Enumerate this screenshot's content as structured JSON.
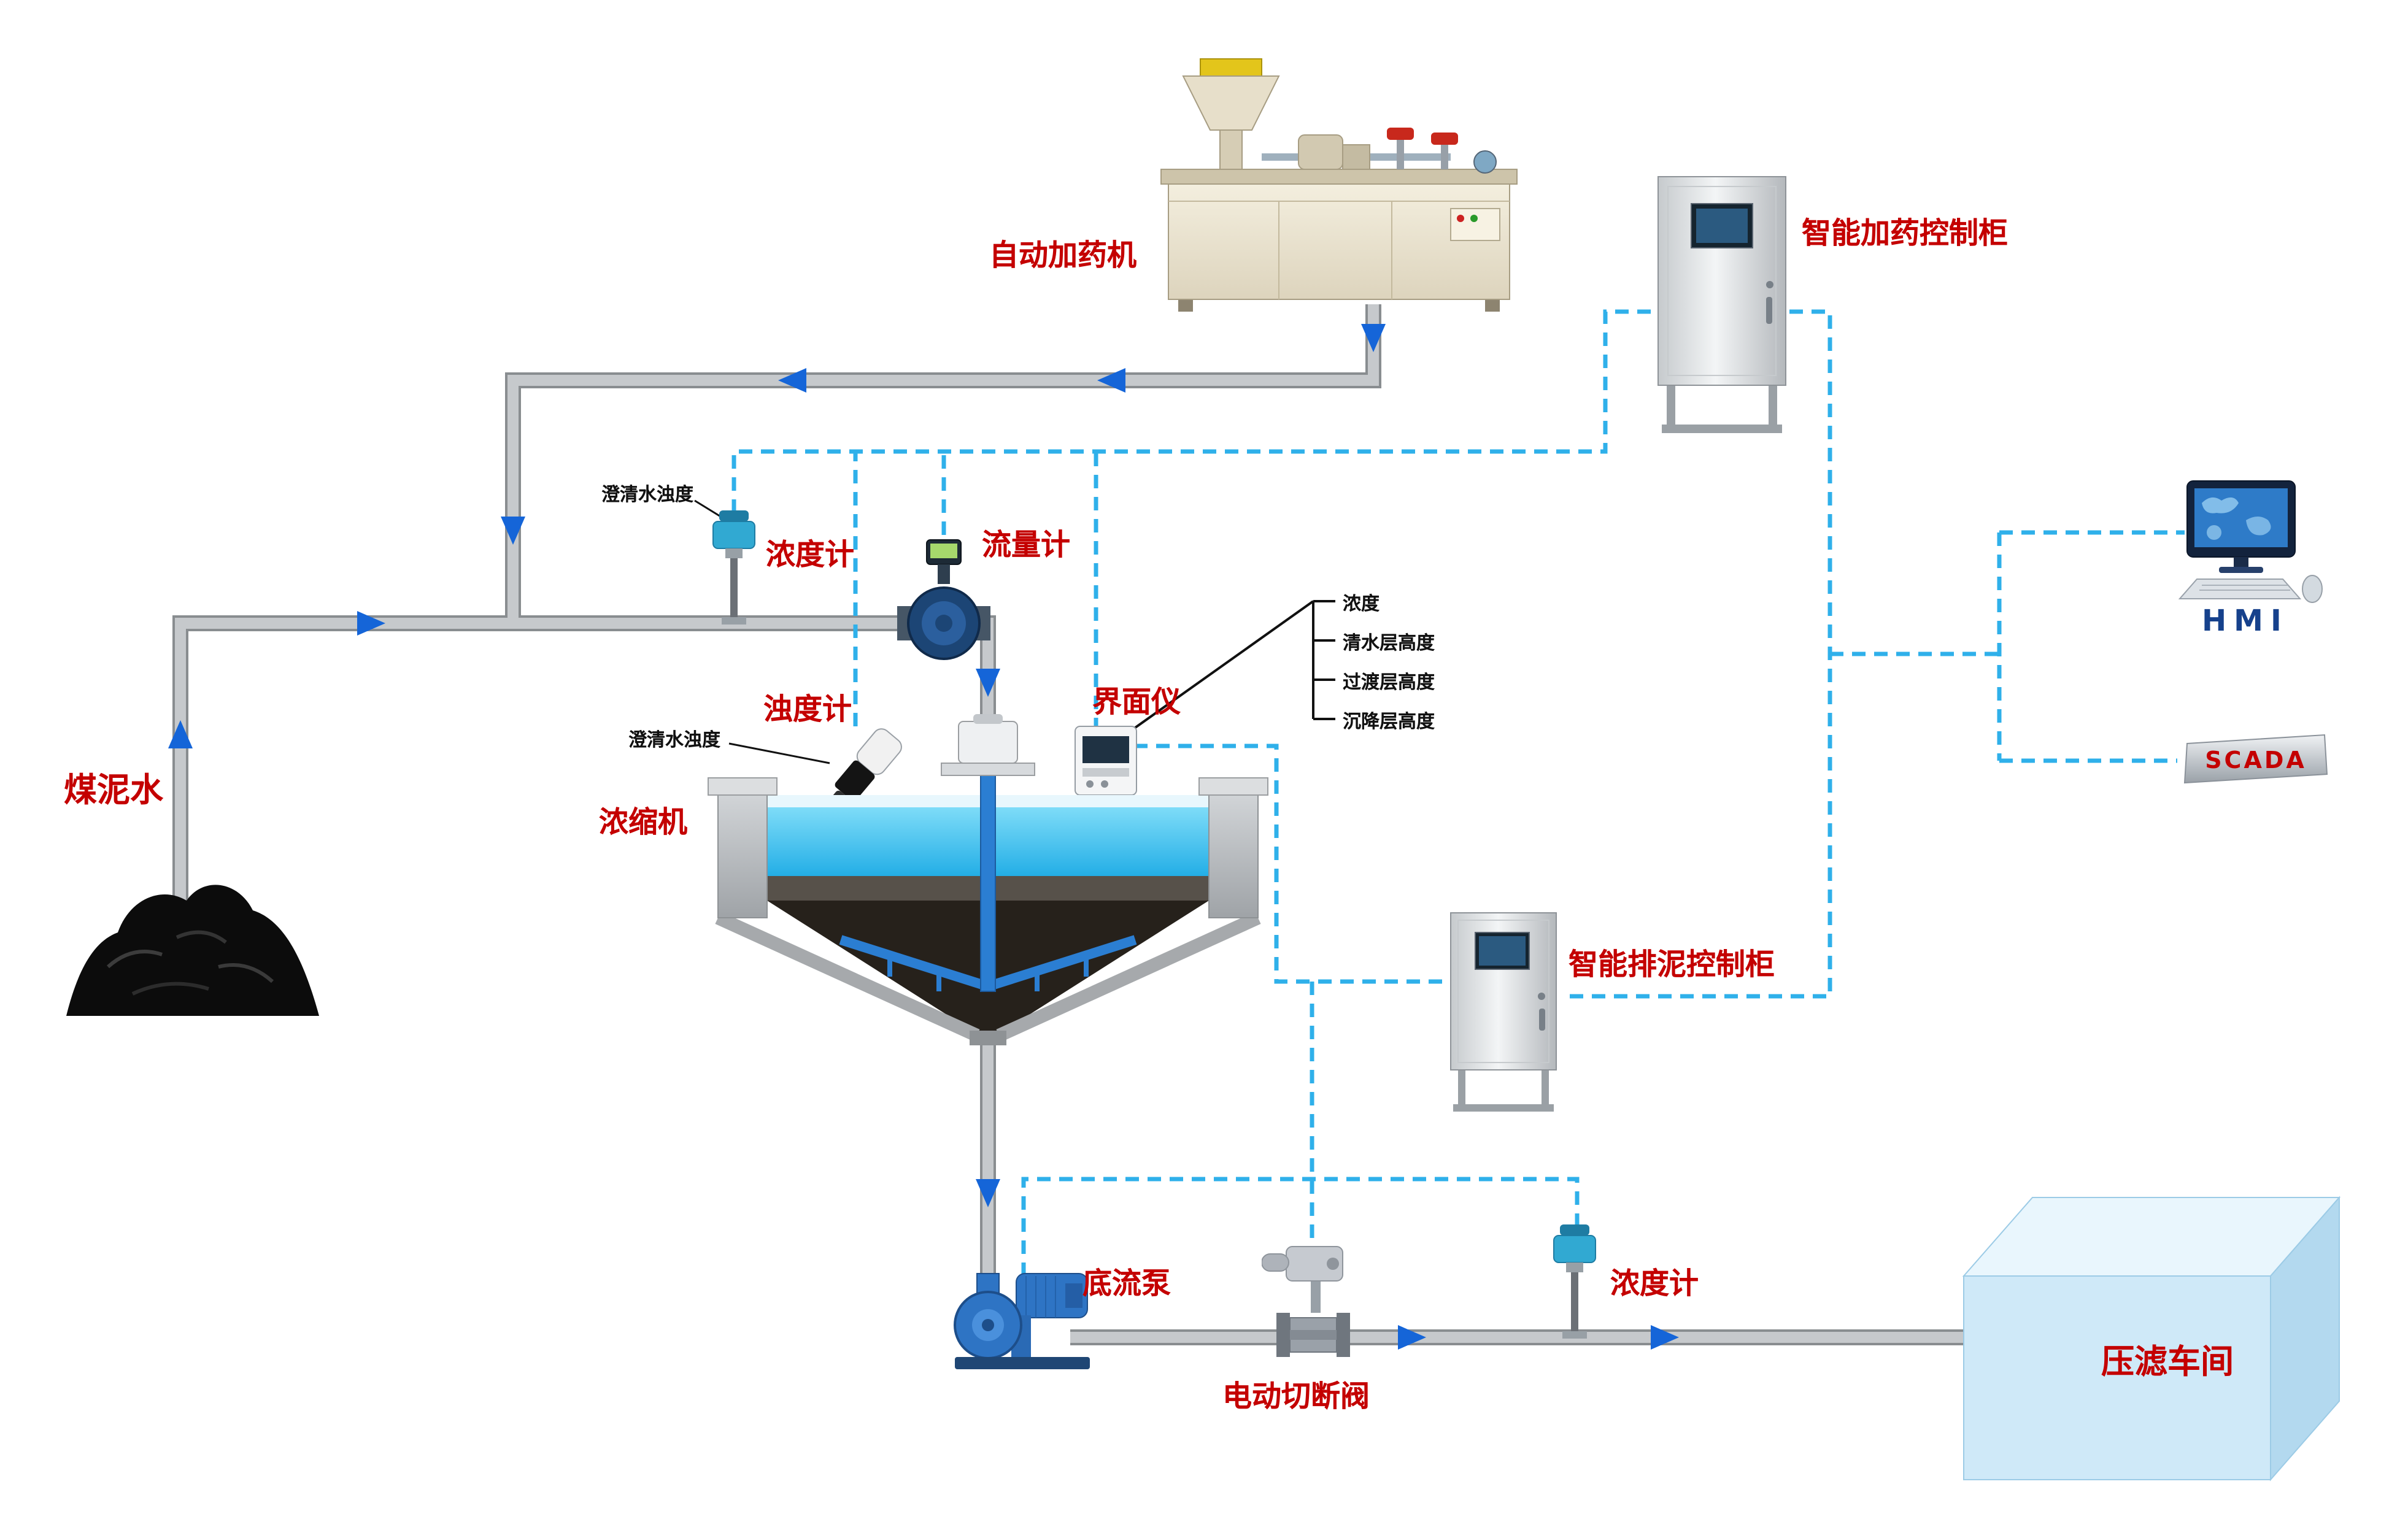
{
  "diagram": {
    "labels": {
      "dosing_machine": "自动加药机",
      "dosing_cabinet": "智能加药控制柜",
      "hmi": "HMI",
      "scada": "SCADA",
      "coal_slurry": "煤泥水",
      "concentration_meter_top": "浓度计",
      "flow_meter": "流量计",
      "turbidity_meter": "浊度计",
      "interface_meter": "界面仪",
      "thickener": "浓缩机",
      "mud_cabinet": "智能排泥控制柜",
      "underflow_pump": "底流泵",
      "electric_valve": "电动切断阀",
      "concentration_meter_bottom": "浓度计",
      "filter_press": "压滤车间",
      "clarified_water_turbidity_1": "澄清水浊度",
      "clarified_water_turbidity_2": "澄清水浊度"
    },
    "interface_readings": [
      "浓度",
      "清水层高度",
      "过渡层高度",
      "沉降层高度"
    ],
    "colors": {
      "label_red": "#c40000",
      "hmi_label_blue": "#16418c",
      "scada_text_red": "#c40000",
      "pipe_gray": "#c6c9cc",
      "flow_arrow_blue": "#1565d8",
      "signal_line_cyan": "#2fb0ea",
      "water_blue": "#23aee6",
      "sludge_dark": "#26211b",
      "filter_press_front_blue": "#cfe9f8",
      "cabinet_steel": "#d6dadd"
    }
  }
}
